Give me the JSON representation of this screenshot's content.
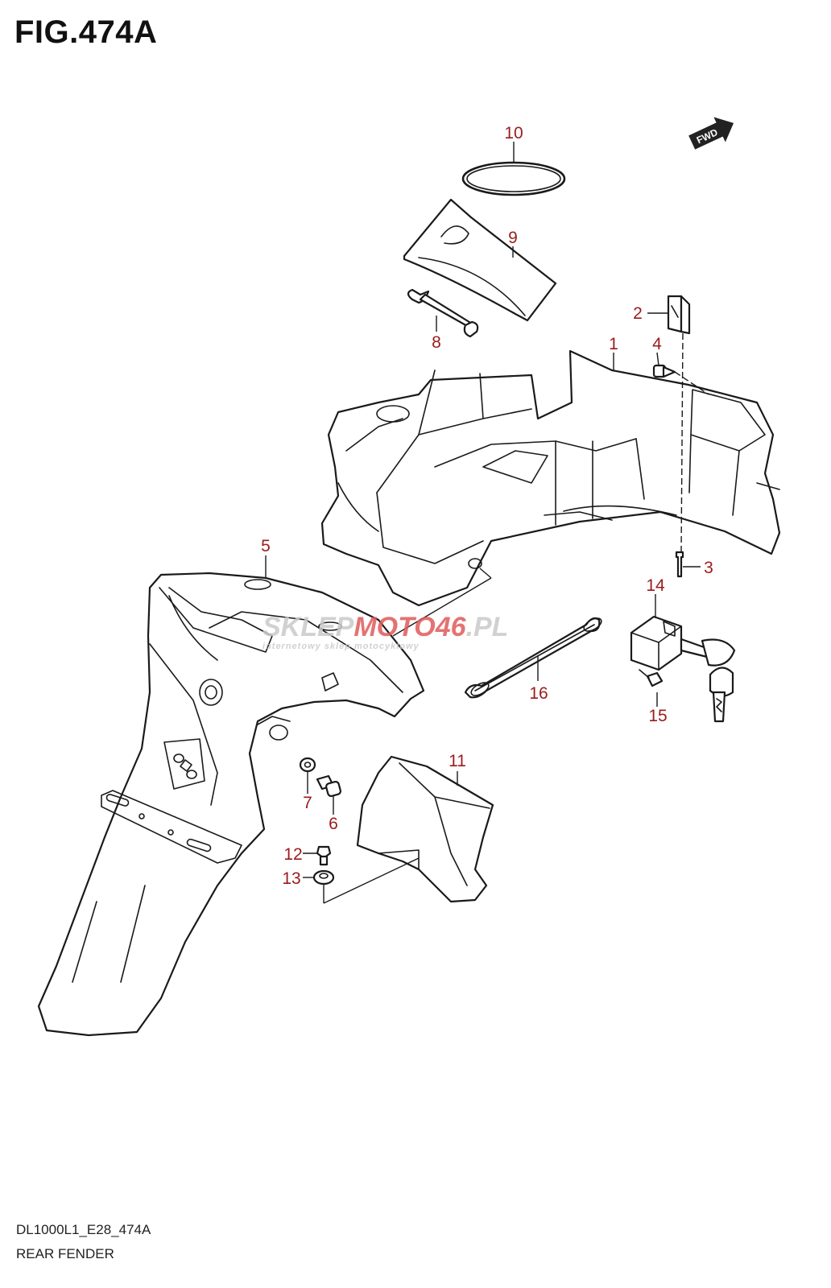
{
  "figure": {
    "title": "FIG.474A",
    "code": "DL1000L1_E28_474A",
    "name": "REAR FENDER"
  },
  "fwd_label": "FWD",
  "watermark": {
    "brand_grey": "SKLEP",
    "brand_red": "MOTO",
    "brand_number": "46",
    "brand_suffix": ".PL",
    "tagline": "internetowy sklep motocyklowy",
    "colors": {
      "grey": "#c9c9c9",
      "red": "#e05a5a"
    }
  },
  "callouts": [
    {
      "id": "1",
      "label": "1"
    },
    {
      "id": "2",
      "label": "2"
    },
    {
      "id": "3",
      "label": "3"
    },
    {
      "id": "4",
      "label": "4"
    },
    {
      "id": "5",
      "label": "5"
    },
    {
      "id": "6",
      "label": "6"
    },
    {
      "id": "7",
      "label": "7"
    },
    {
      "id": "8",
      "label": "8"
    },
    {
      "id": "9",
      "label": "9"
    },
    {
      "id": "10",
      "label": "10"
    },
    {
      "id": "11",
      "label": "11"
    },
    {
      "id": "12",
      "label": "12"
    },
    {
      "id": "13",
      "label": "13"
    },
    {
      "id": "14",
      "label": "14"
    },
    {
      "id": "15",
      "label": "15"
    },
    {
      "id": "16",
      "label": "16"
    }
  ],
  "colors": {
    "callout": "#9b1b1b",
    "line": "#1a1a1a",
    "background": "#ffffff"
  }
}
